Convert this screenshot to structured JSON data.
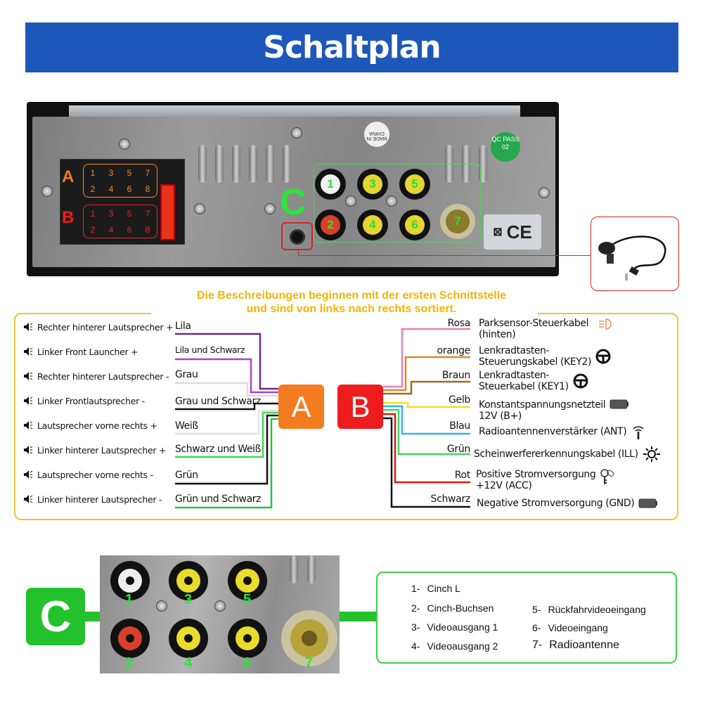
{
  "header": {
    "title": "Schaltplan"
  },
  "device": {
    "connector_a_label": "A",
    "connector_b_label": "B",
    "pins": [
      "1",
      "3",
      "5",
      "7",
      "2",
      "4",
      "6",
      "8"
    ],
    "section_c_label": "C",
    "jacks": [
      "1",
      "2",
      "3",
      "4",
      "5",
      "6",
      "7"
    ],
    "made_in": "MADE IN CHINA",
    "qc": "QC PASS 02",
    "ce": "CE"
  },
  "note": {
    "line1": "Die Beschreibungen beginnen mit der ersten Schnittstelle",
    "line2": "und sind von links nach rechts sortiert."
  },
  "connector_a": {
    "label": "A",
    "color": "#f47b20",
    "rows": [
      {
        "desc": "Rechter hinterer Lautsprecher +",
        "wire": "Lila"
      },
      {
        "desc": "Linker Front Launcher +",
        "wire": "Lila und Schwarz"
      },
      {
        "desc": "Rechter hinterer Lautsprecher -",
        "wire": "Grau"
      },
      {
        "desc": "Linker Frontlautsprecher -",
        "wire": "Grau und Schwarz"
      },
      {
        "desc": "Lautsprecher vorne rechts +",
        "wire": "Weiß"
      },
      {
        "desc": "Linker hinterer Lautsprecher +",
        "wire": "Schwarz und Weiß"
      },
      {
        "desc": "Lautsprecher vorne rechts -",
        "wire": "Grün"
      },
      {
        "desc": "Linker hinterer Lautsprecher -",
        "wire": "Grün und Schwarz"
      }
    ]
  },
  "connector_b": {
    "label": "B",
    "color": "#ee1c1c",
    "rows": [
      {
        "wire": "Rosa",
        "desc1": "Parksensor-Steuerkabel",
        "desc2": "(hinten)",
        "icon": "headlight-icon"
      },
      {
        "wire": "orange",
        "desc1": "Lenkradtasten-",
        "desc2": "Steuerungskabel (KEY2)",
        "icon": "steering-wheel-icon"
      },
      {
        "wire": "Braun",
        "desc1": "Lenkradtasten-",
        "desc2": "Steuerkabel (KEY1)",
        "icon": "steering-wheel-icon"
      },
      {
        "wire": "Gelb",
        "desc1": "Konstantspannungsnetzteil",
        "desc2": "12V (B+)",
        "icon": "battery-icon"
      },
      {
        "wire": "Blau",
        "desc1": "Radioantennenverstärker (ANT)",
        "desc2": "",
        "icon": "antenna-icon"
      },
      {
        "wire": "Grün",
        "desc1": "Scheinwerfererkennungskabel (ILL)",
        "desc2": "",
        "icon": "sun-icon"
      },
      {
        "wire": "Rot",
        "desc1": "Positive Stromversorgung",
        "desc2": "+12V (ACC)",
        "icon": "key-icon"
      },
      {
        "wire": "Schwarz",
        "desc1": "Negative Stromversorgung (GND)",
        "desc2": "",
        "icon": "battery-icon"
      }
    ]
  },
  "section_c": {
    "label": "C",
    "items": [
      {
        "num": "1-",
        "label": "Cinch L"
      },
      {
        "num": "2-",
        "label": "Cinch-Buchsen"
      },
      {
        "num": "3-",
        "label": "Videoausgang 1"
      },
      {
        "num": "4-",
        "label": "Videoausgang 2"
      },
      {
        "num": "5-",
        "label": "Rückfahrvideoeingang"
      },
      {
        "num": "6-",
        "label": "Videoeingang"
      },
      {
        "num": "7-",
        "label": "Radioantenne"
      }
    ]
  },
  "colors": {
    "banner": "#1d57b9",
    "note": "#f5b400",
    "frame": "#f0c338",
    "green": "#23c12c"
  }
}
